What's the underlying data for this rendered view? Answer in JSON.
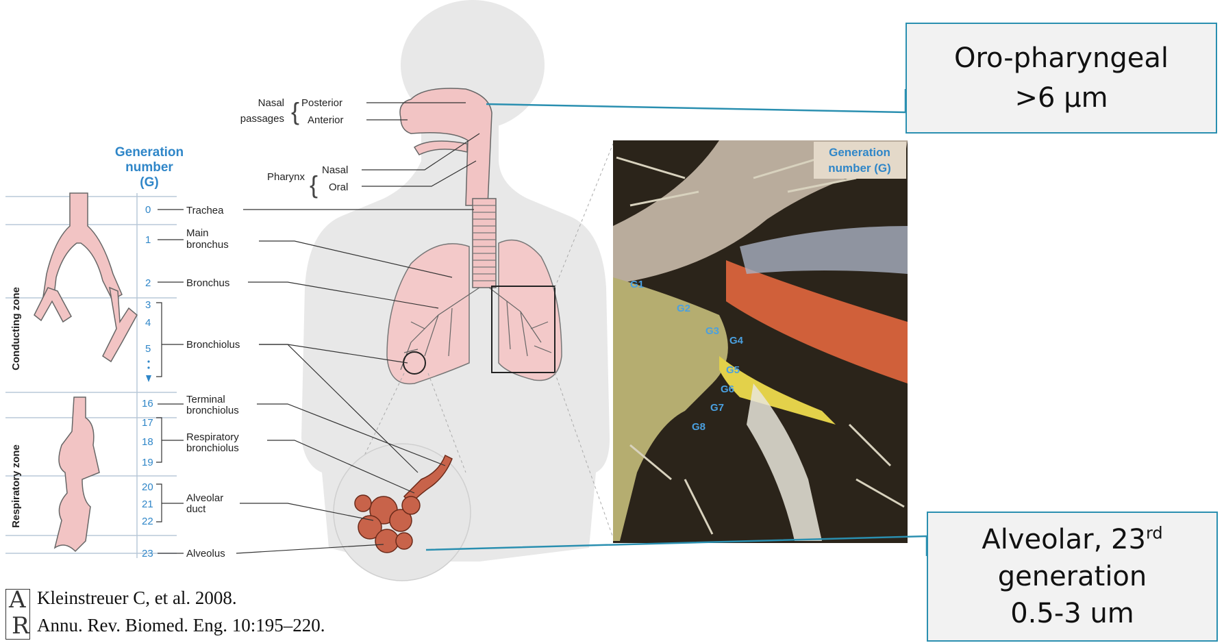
{
  "nasal": {
    "group": "Nasal",
    "group2": "passages",
    "posterior": "Posterior",
    "anterior": "Anterior"
  },
  "pharynx": {
    "group": "Pharynx",
    "nasal": "Nasal",
    "oral": "Oral"
  },
  "gen_header": {
    "line1": "Generation",
    "line2": "number",
    "line3": "(G)"
  },
  "zones": {
    "conducting": "Conducting zone",
    "respiratory": "Respiratory zone"
  },
  "generation_numbers": [
    "0",
    "1",
    "2",
    "3",
    "4",
    "5",
    "16",
    "17",
    "18",
    "19",
    "20",
    "21",
    "22",
    "23"
  ],
  "structures": {
    "trachea": "Trachea",
    "main_bronchus_1": "Main",
    "main_bronchus_2": "bronchus",
    "bronchus": "Bronchus",
    "bronchiolus": "Bronchiolus",
    "terminal_1": "Terminal",
    "terminal_2": "bronchiolus",
    "respiratory_1": "Respiratory",
    "respiratory_2": "bronchiolus",
    "alveolar_duct_1": "Alveolar",
    "alveolar_duct_2": "duct",
    "alveolus": "Alveolus"
  },
  "cast_photo": {
    "header_1": "Generation",
    "header_2": "number (G)",
    "labels": [
      "G1",
      "G2",
      "G3",
      "G4",
      "G5",
      "G6",
      "G7",
      "G8"
    ]
  },
  "callout_top": {
    "line1": "Oro-pharyngeal",
    "line2": ">6 μm"
  },
  "callout_bottom": {
    "line1": "Alveolar, 23",
    "sup": "rd",
    "line2": "generation",
    "line3": "0.5-3 um"
  },
  "citation": {
    "line1": "Kleinstreuer C, et al. 2008.",
    "line2": "Annu. Rev. Biomed. Eng. 10:195–220.",
    "logo_a": "A",
    "logo_r": "R"
  },
  "colors": {
    "accent": "#2a8fb0",
    "airway": "#f2c4c4",
    "label_blue": "#2f86c8"
  }
}
